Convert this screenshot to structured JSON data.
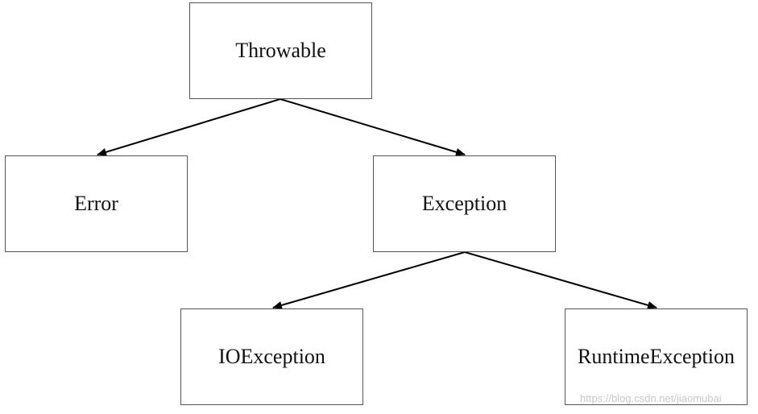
{
  "diagram": {
    "nodes": {
      "throwable": "Throwable",
      "error": "Error",
      "exception": "Exception",
      "ioexception": "IOException",
      "runtimeexception": "RuntimeException"
    },
    "edges": [
      {
        "from": "throwable",
        "to": "error"
      },
      {
        "from": "throwable",
        "to": "exception"
      },
      {
        "from": "exception",
        "to": "ioexception"
      },
      {
        "from": "exception",
        "to": "runtimeexception"
      }
    ],
    "line_color": "#000000",
    "border_color": "#555555"
  },
  "watermark": "https://blog.csdn.net/jiaomubai"
}
